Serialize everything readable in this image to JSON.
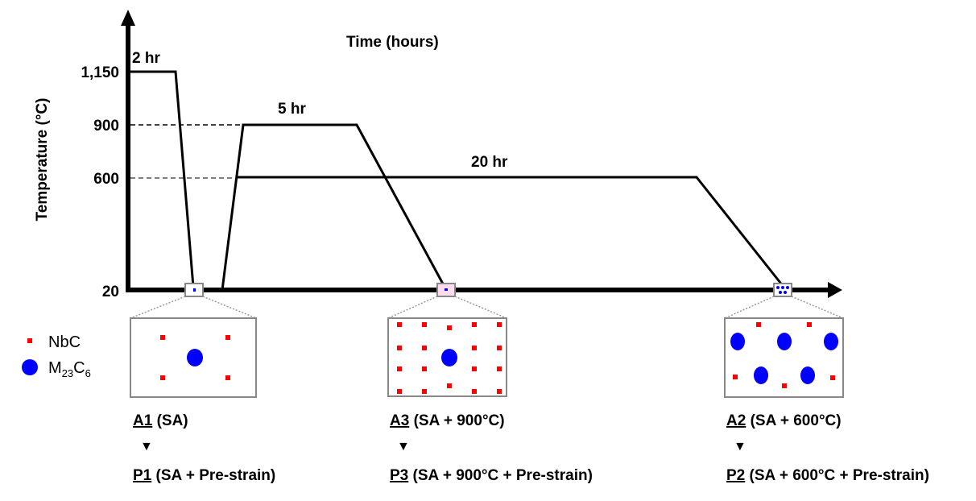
{
  "title": "Time (hours)",
  "y_axis_label": "Temperature (°C)",
  "y_ticks": [
    "1,150",
    "900",
    "600",
    "20"
  ],
  "hold_labels": [
    "2 hr",
    "5 hr",
    "20 hr"
  ],
  "legend": [
    {
      "label": "NbC",
      "color": "#ff0000",
      "shape": "square"
    },
    {
      "label_main": "M",
      "sub1": "23",
      "mid": "C",
      "sub2": "6",
      "color": "#0000ff",
      "shape": "circle"
    }
  ],
  "samples": [
    {
      "id": "A1",
      "desc": " (SA)",
      "next_id": "P1",
      "next_desc": " (SA + Pre-strain)"
    },
    {
      "id": "A3",
      "desc": " (SA + 900°C)",
      "next_id": "P3",
      "next_desc": " (SA + 900°C + Pre-strain)"
    },
    {
      "id": "A2",
      "desc": " (SA + 600°C)",
      "next_id": "P2",
      "next_desc": " (SA + 600°C + Pre-strain)"
    }
  ],
  "arrow_glyph": "▼",
  "colors": {
    "nbc": "#ff0000",
    "m23c6": "#0000ff",
    "box": "#808080"
  }
}
